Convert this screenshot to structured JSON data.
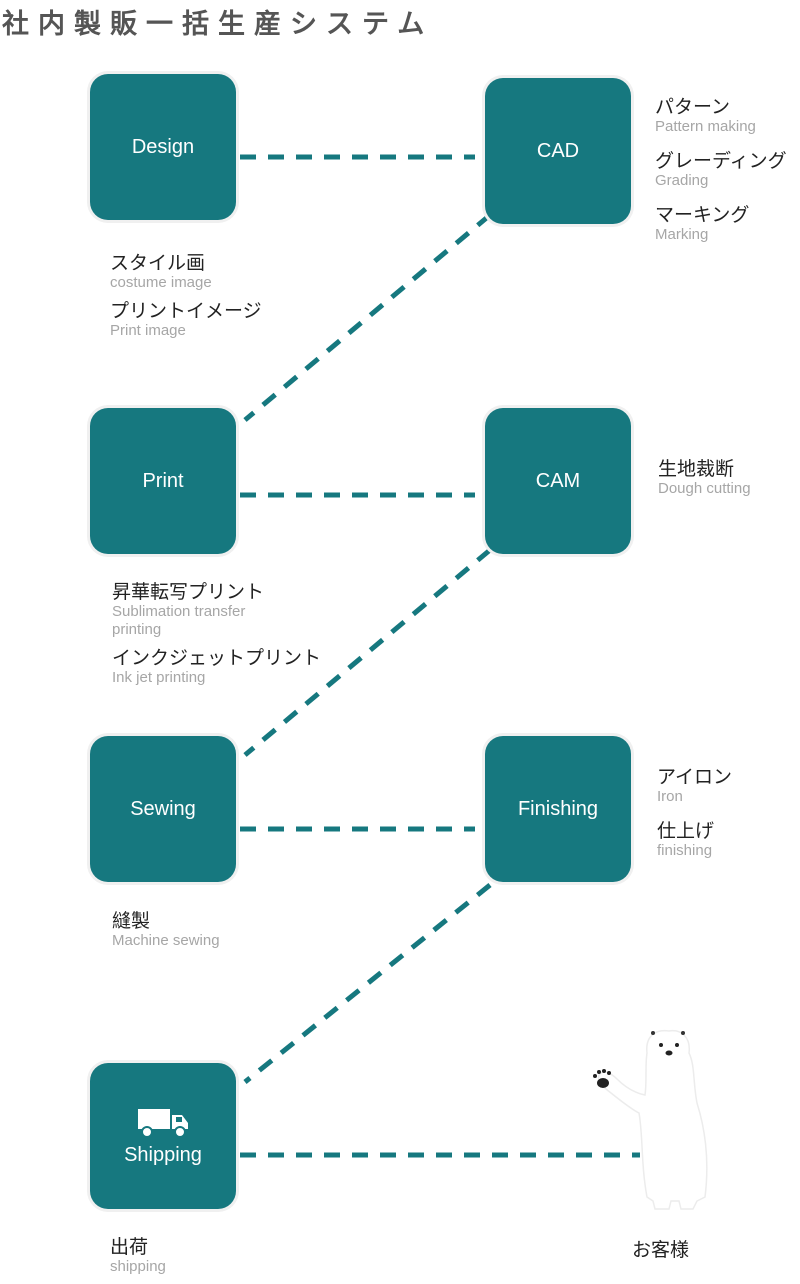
{
  "title": "社内製販一括生産システム",
  "colors": {
    "primary": "#16787f",
    "secondary_text": "#a6a6a6"
  },
  "nodes": {
    "design": "Design",
    "cad": "CAD",
    "print": "Print",
    "cam": "CAM",
    "sewing": "Sewing",
    "finishing": "Finishing",
    "shipping": "Shipping"
  },
  "annotations": {
    "design": [
      {
        "jp": "スタイル画",
        "en": "costume image"
      },
      {
        "jp": "プリントイメージ",
        "en": "Print image"
      }
    ],
    "cad": [
      {
        "jp": "パターン",
        "en": "Pattern making"
      },
      {
        "jp": "グレーディング",
        "en": "Grading"
      },
      {
        "jp": "マーキング",
        "en": "Marking"
      }
    ],
    "cam": [
      {
        "jp": "生地裁断",
        "en": "Dough cutting"
      }
    ],
    "print": [
      {
        "jp": "昇華転写プリント",
        "en": "Sublimation transfer printing"
      },
      {
        "jp": "インクジェットプリント",
        "en": "Ink jet printing"
      }
    ],
    "finishing": [
      {
        "jp": "アイロン",
        "en": "Iron"
      },
      {
        "jp": "仕上げ",
        "en": "finishing"
      }
    ],
    "sewing": [
      {
        "jp": "縫製",
        "en": "Machine sewing"
      }
    ],
    "shipping": [
      {
        "jp": "出荷",
        "en": "shipping"
      }
    ]
  },
  "customer": "お客様",
  "icons": {
    "truck": "truck-icon",
    "bear": "polar-bear-icon"
  }
}
